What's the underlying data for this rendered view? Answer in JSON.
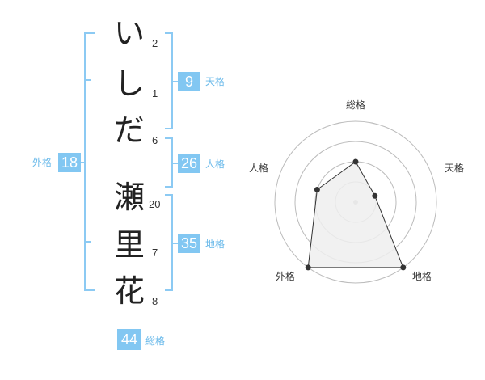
{
  "name_chars": [
    {
      "char": "い",
      "strokes": "2"
    },
    {
      "char": "し",
      "strokes": "1"
    },
    {
      "char": "だ",
      "strokes": "6"
    },
    {
      "char": "瀬",
      "strokes": "20"
    },
    {
      "char": "里",
      "strokes": "7"
    },
    {
      "char": "花",
      "strokes": "8"
    }
  ],
  "kakusu": {
    "tenkaku": {
      "value": "9",
      "label": "天格"
    },
    "jinkaku": {
      "value": "26",
      "label": "人格"
    },
    "chikaku": {
      "value": "35",
      "label": "地格"
    },
    "gaikaku": {
      "value": "18",
      "label": "外格"
    },
    "soukaku": {
      "value": "44",
      "label": "総格"
    }
  },
  "radar": {
    "axes": [
      "総格",
      "天格",
      "地格",
      "外格",
      "人格"
    ],
    "max": 4,
    "values": [
      2,
      1,
      4,
      4,
      2
    ],
    "colors": {
      "grid": "#bbbbbb",
      "fill": "#eeeeee",
      "line": "#333333",
      "point": "#333333",
      "center": "#bbbbbb"
    }
  },
  "colors": {
    "accent": "#82c7f2",
    "accent_text": "#69b9ea"
  }
}
